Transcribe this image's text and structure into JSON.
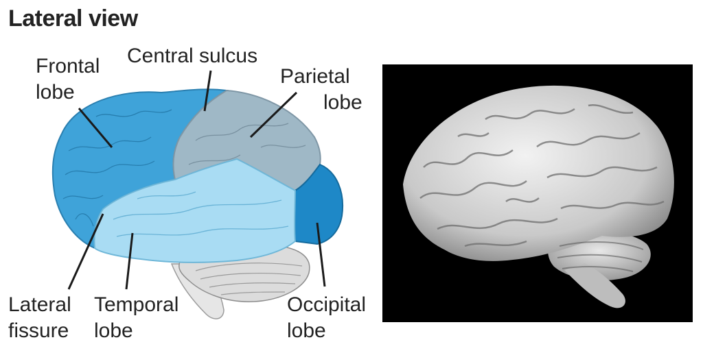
{
  "title": "Lateral view",
  "labels": {
    "frontal_lobe": [
      "Frontal",
      "lobe"
    ],
    "central_sulcus": [
      "Central sulcus"
    ],
    "parietal_lobe": [
      "Parietal",
      "lobe"
    ],
    "lateral_fissure": [
      "Lateral",
      "fissure"
    ],
    "temporal_lobe": [
      "Temporal",
      "lobe"
    ],
    "occipital_lobe": [
      "Occipital",
      "lobe"
    ]
  },
  "colors": {
    "frontal": "#3fa3d9",
    "parietal": "#9fb8c6",
    "temporal": "#a9dcf3",
    "occipital": "#1e88c7",
    "cerebellum": "#dcdcdc",
    "photo_background": "#000000"
  }
}
